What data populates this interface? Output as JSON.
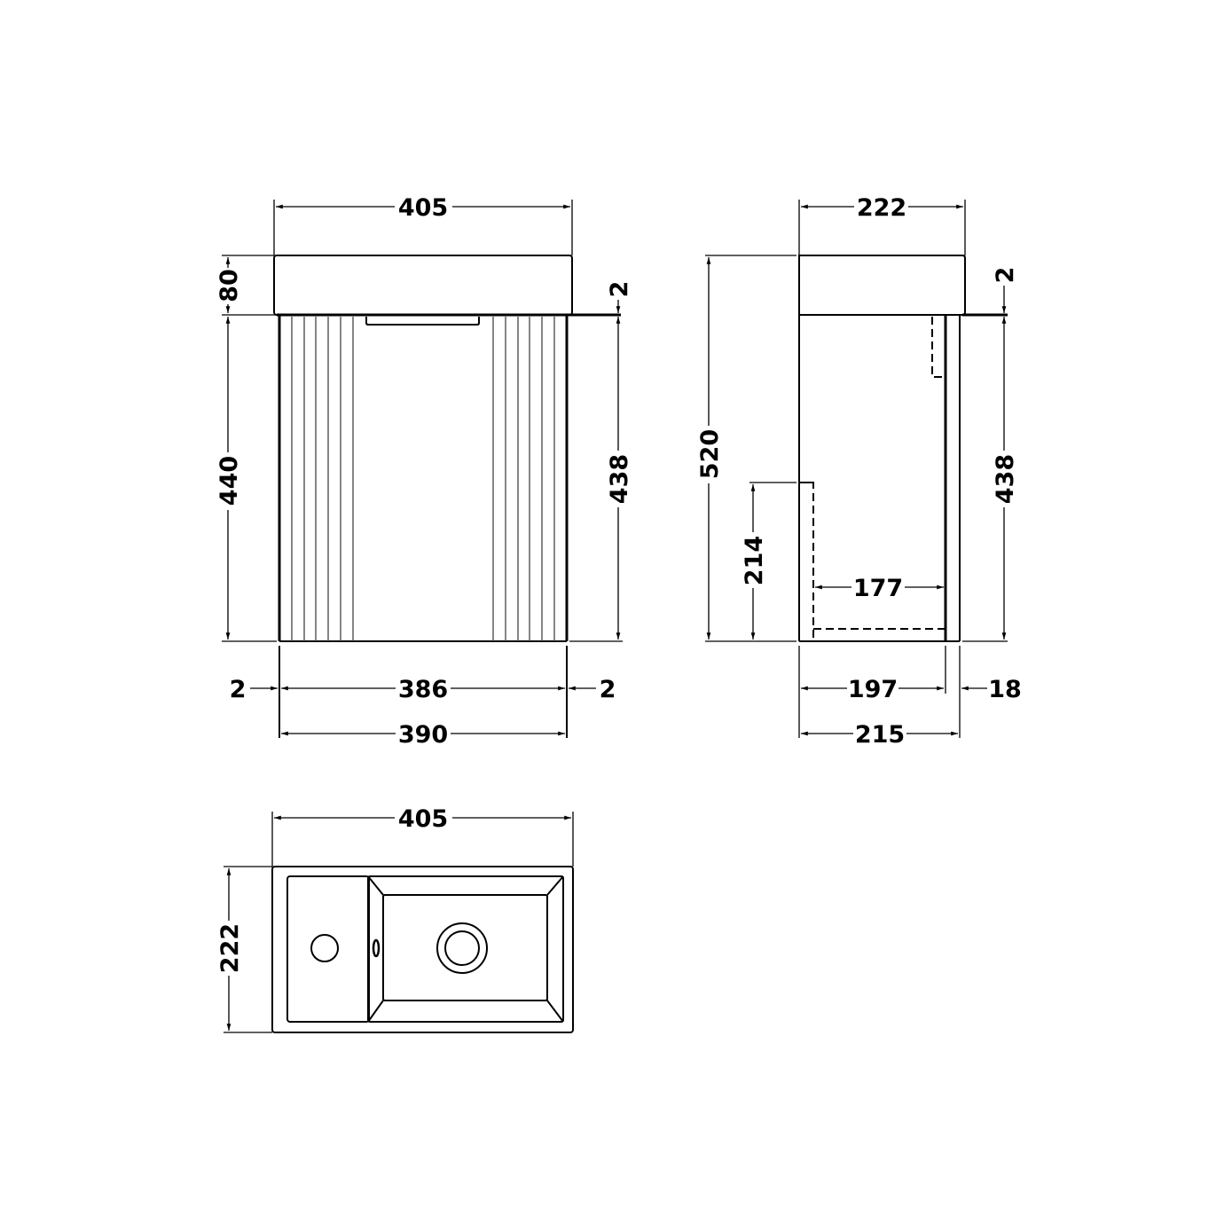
{
  "drawing": {
    "views": {
      "front": {
        "overall_width": "405",
        "basin_height": "80",
        "cabinet_height": "440",
        "door_height": "438",
        "top_gap": "2",
        "door_width": "386",
        "left_gap": "2",
        "right_gap": "2",
        "cabinet_width": "390"
      },
      "side": {
        "overall_depth": "222",
        "overall_height": "520",
        "top_gap": "2",
        "door_height": "438",
        "inner_shelf_height": "214",
        "inner_depth": "177",
        "carcass_depth": "197",
        "door_thickness": "18",
        "cabinet_depth": "215"
      },
      "top": {
        "overall_width": "405",
        "overall_depth": "222"
      }
    },
    "colors": {
      "line": "#000000",
      "flute": "#444444",
      "background": "#ffffff"
    }
  }
}
